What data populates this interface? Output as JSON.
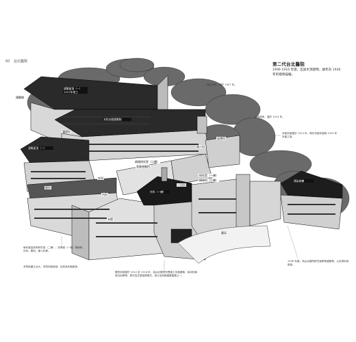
{
  "header": {
    "page_number": "60",
    "section": "台北醫院"
  },
  "title": "第二代台北醫院",
  "description": "1906-1916 年建，瓦屋木頂建物，據年為 1936 年的樣貌描繪。",
  "labels": {
    "roof_a": "建築屋頂（一）1921年竣工",
    "roof_b": "本院本館建築物",
    "roof_c": "建築屋頂（一）",
    "dept_a": "建築物",
    "dept_b": "護理科",
    "dept_c": "眼科",
    "dept_d": "外科",
    "dept_e": "內科",
    "dept_f": "外科（一棟）",
    "dept_g": "小兒科",
    "dept_h": "皮膚科",
    "dept_i": "婦人科",
    "dept_j": "病理研究室（二棟）",
    "dept_k": "耳鼻咽喉科",
    "dept_l": "本館",
    "dept_m": "藥局",
    "dept_n": "研究室（一棟）",
    "dept_o": "精神科（二棟）",
    "dept_p": "傳染病棟"
  },
  "annotations": {
    "a1": "傳染病房，建於 1907 年。",
    "a2": "傳染病房，建於 1913 年。",
    "a3": "本館本館建於 1914 年，現在本館本館與 1924 年本館之後。",
    "a4": "1936 年建，為台北醫院研究室教育建築物，以及資料用館舍。",
    "a5": "每科室皆設有研究室（二棟），診療室（一棟）與病房，外科、眼科、婦人科等。",
    "a6": "本院為國立台大，本院本館後部，目前為本館館舍。",
    "a7": "醫院本館建於 1912 至 1916 年，為台北醫院所興建之本館建築，採用紅磚與白色飾帶，樣式為文藝復興樣式，為日治時期重要建築之一。"
  }
}
